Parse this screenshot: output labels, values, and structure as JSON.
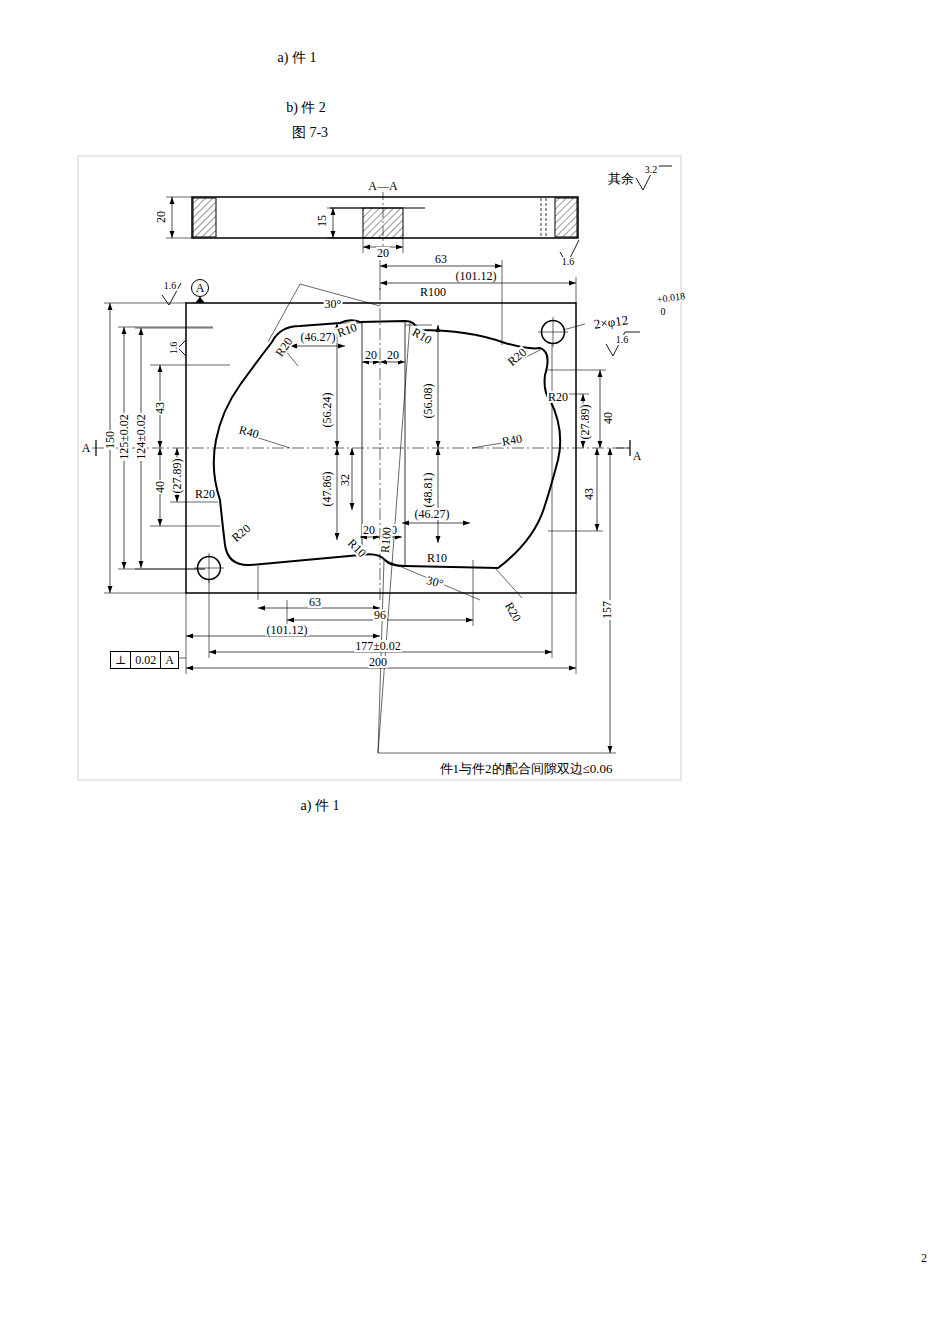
{
  "diagram": {
    "nodes": [
      {
        "text": [
          "⊥",
          "0.02",
          "A"
        ]
      },
      {
        "text": [
          "A"
        ]
      }
    ],
    "labels": [
      "a) 件 1",
      "b) 件 2",
      "图 7-3",
      "其余",
      "3.2",
      "A—A",
      "20",
      "15",
      "20",
      "1.6",
      "63",
      "(101.12)",
      "R100",
      "30°",
      "1.6",
      "2×φ12",
      "+0.018",
      "0",
      "1.6",
      "(46.27)",
      "R10",
      "R20",
      "R10",
      "20",
      "20",
      "R20",
      "R20",
      "(56.24)",
      "(56.08)",
      "43",
      "40",
      "150",
      "125±0.02",
      "124±0.02",
      "1.6",
      "R40",
      "R40",
      "(27.89)",
      "A",
      "A",
      "40",
      "(27.89)",
      "R20",
      "(47.86)",
      "32",
      "(48.81)",
      "43",
      "(46.27)",
      "R20",
      "20",
      "20",
      "R10",
      "R100",
      "R10",
      "30°",
      "R20",
      "63",
      "96",
      "(101.12)",
      "177±0.02",
      "200",
      "157",
      "件1与件2的配合间隙双边≤0.06",
      "a) 件 1",
      "2"
    ]
  }
}
